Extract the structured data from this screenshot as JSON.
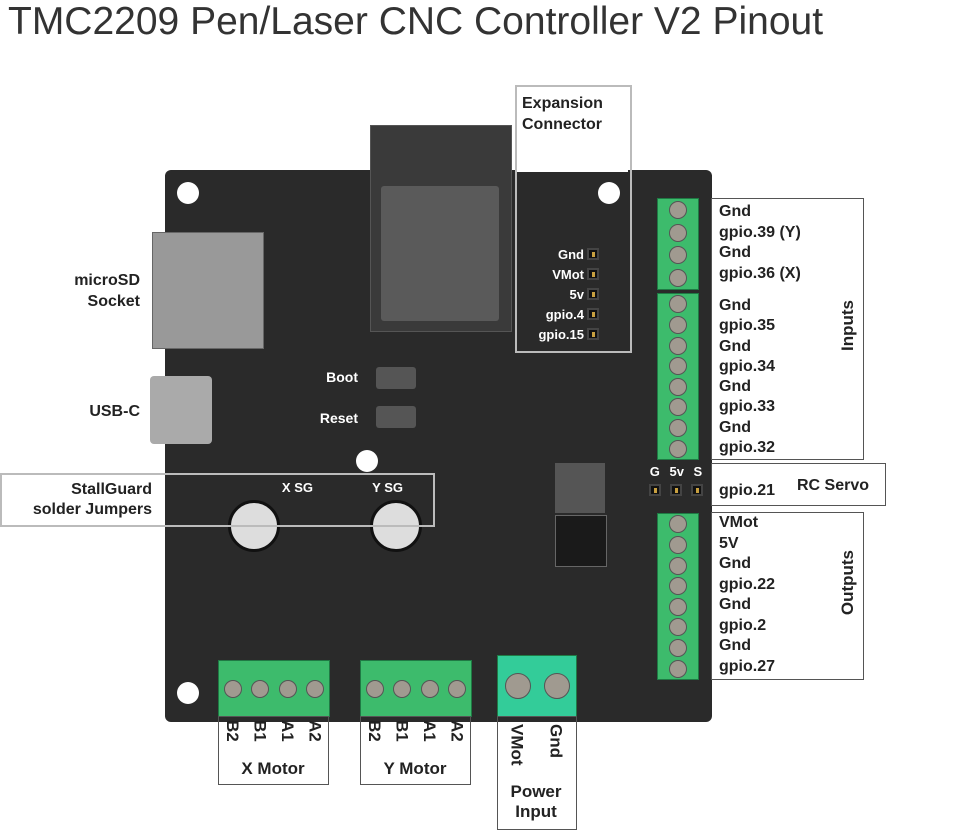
{
  "title": "TMC2209 Pen/Laser CNC Controller V2 Pinout",
  "expansion": {
    "title_line1": "Expansion",
    "title_line2": "Connector",
    "pins": [
      "Gnd",
      "VMot",
      "5v",
      "gpio.4",
      "gpio.15"
    ]
  },
  "left": {
    "microsd_line1": "microSD",
    "microsd_line2": "Socket",
    "usb": "USB-C",
    "stallguard_line1": "StallGuard",
    "stallguard_line2": "solder Jumpers"
  },
  "buttons": {
    "boot": "Boot",
    "reset": "Reset"
  },
  "jumpers": {
    "x": "X SG",
    "y": "Y SG"
  },
  "inputs": {
    "label": "Inputs",
    "pins": [
      "Gnd",
      "gpio.39 (Y)",
      "Gnd",
      "gpio.36 (X)",
      "Gnd",
      "gpio.35",
      "Gnd",
      "gpio.34",
      "Gnd",
      "gpio.33",
      "Gnd",
      "gpio.32"
    ]
  },
  "servo": {
    "label": "RC Servo",
    "pin": "gpio.21",
    "header": [
      "G",
      "5v",
      "S"
    ]
  },
  "outputs": {
    "label": "Outputs",
    "pins": [
      "VMot",
      "5V",
      "Gnd",
      "gpio.22",
      "Gnd",
      "gpio.2",
      "Gnd",
      "gpio.27"
    ]
  },
  "x_motor": {
    "label": "X Motor",
    "pins": [
      "B2",
      "B1",
      "A1",
      "A2"
    ]
  },
  "y_motor": {
    "label": "Y Motor",
    "pins": [
      "B2",
      "B1",
      "A1",
      "A2"
    ]
  },
  "power": {
    "label_line1": "Power",
    "label_line2": "Input",
    "pins": [
      "VMot",
      "Gnd"
    ]
  }
}
